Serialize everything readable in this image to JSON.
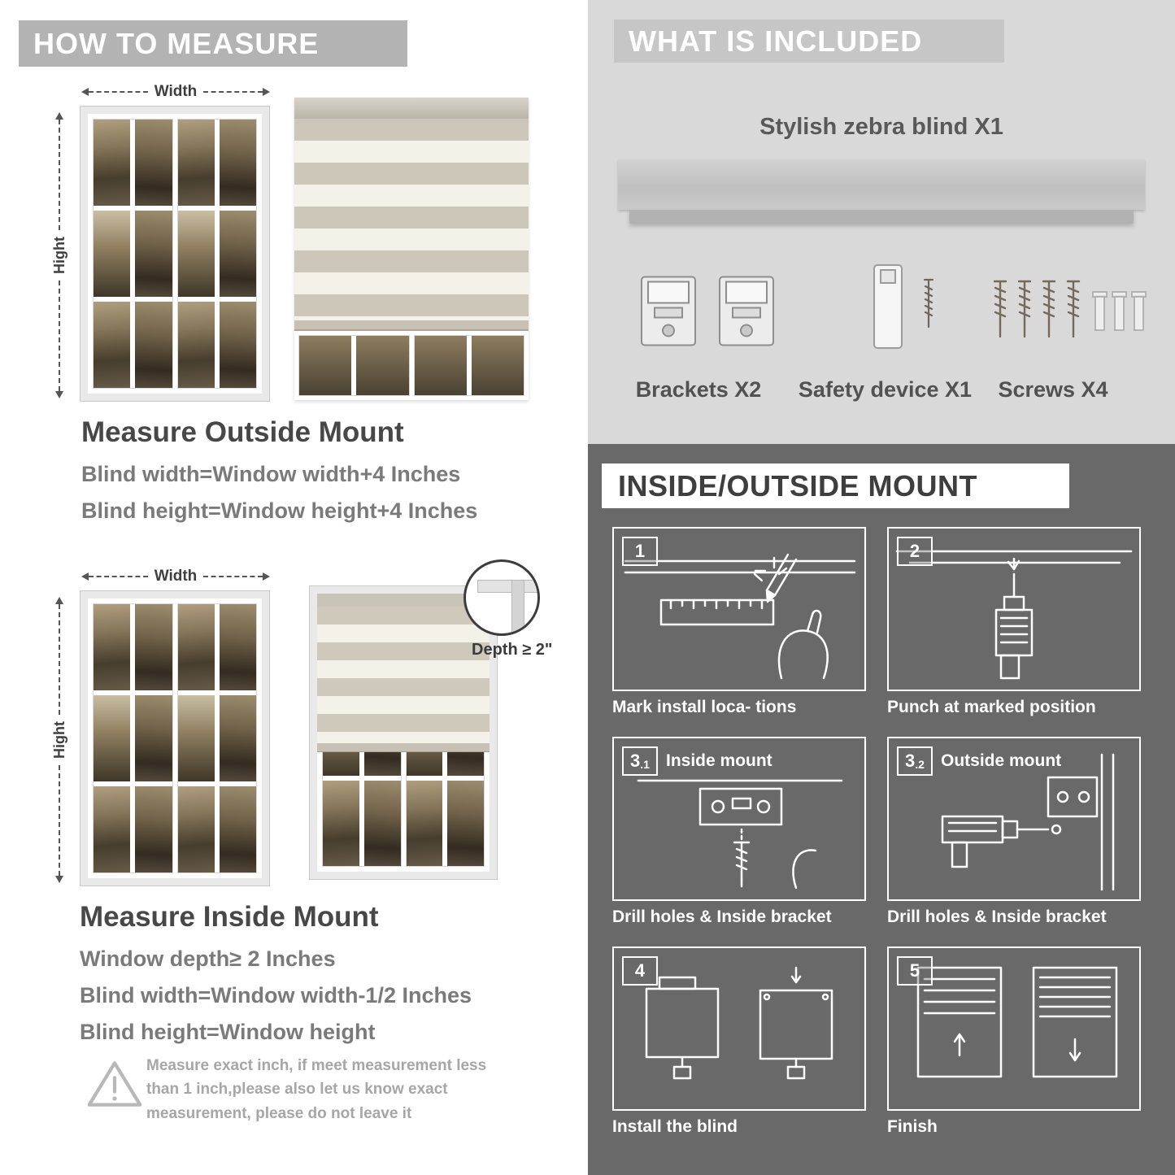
{
  "palette": {
    "left_header_bg": "#b3b3b3",
    "included_bg": "#d9d9d9",
    "included_header_bg": "#c6c6c6",
    "mount_bg": "#696969",
    "heading_text": "#474747",
    "body_text": "#7a7a7a",
    "muted_text": "#a6a6a6"
  },
  "measure": {
    "width_label": "Width",
    "height_label": "Hight"
  },
  "left": {
    "header": "HOW TO MEASURE",
    "outside": {
      "title": "Measure Outside Mount",
      "lines": [
        "Blind width=Window width+4 Inches",
        "Blind height=Window height+4 Inches"
      ]
    },
    "inside": {
      "depth_callout": "Depth ≥ 2\"",
      "title": "Measure Inside Mount",
      "lines": [
        "Window depth≥ 2 Inches",
        "Blind width=Window width-1/2 Inches",
        "Blind height=Window height"
      ]
    },
    "warning": "Measure exact inch, if meet measurement less than 1 inch,please also let us know exact measurement, please do not leave it"
  },
  "right": {
    "included": {
      "header": "WHAT IS INCLUDED",
      "product": "Stylish zebra blind X1",
      "items": [
        {
          "label": "Brackets X2"
        },
        {
          "label": "Safety device X1"
        },
        {
          "label": "Screws X4"
        }
      ]
    },
    "mount": {
      "header": "INSIDE/OUTSIDE MOUNT",
      "steps": [
        {
          "num": "1",
          "sub": "",
          "label": "",
          "caption": "Mark install loca- tions"
        },
        {
          "num": "2",
          "sub": "",
          "label": "",
          "caption": "Punch at  marked position"
        },
        {
          "num": "3",
          "sub": ".1",
          "label": "Inside mount",
          "caption": "Drill holes &  Inside bracket"
        },
        {
          "num": "3",
          "sub": ".2",
          "label": "Outside mount",
          "caption": "Drill holes &  Inside bracket"
        },
        {
          "num": "4",
          "sub": "",
          "label": "",
          "caption": "Install the blind"
        },
        {
          "num": "5",
          "sub": "",
          "label": "",
          "caption": "Finish"
        }
      ]
    }
  }
}
